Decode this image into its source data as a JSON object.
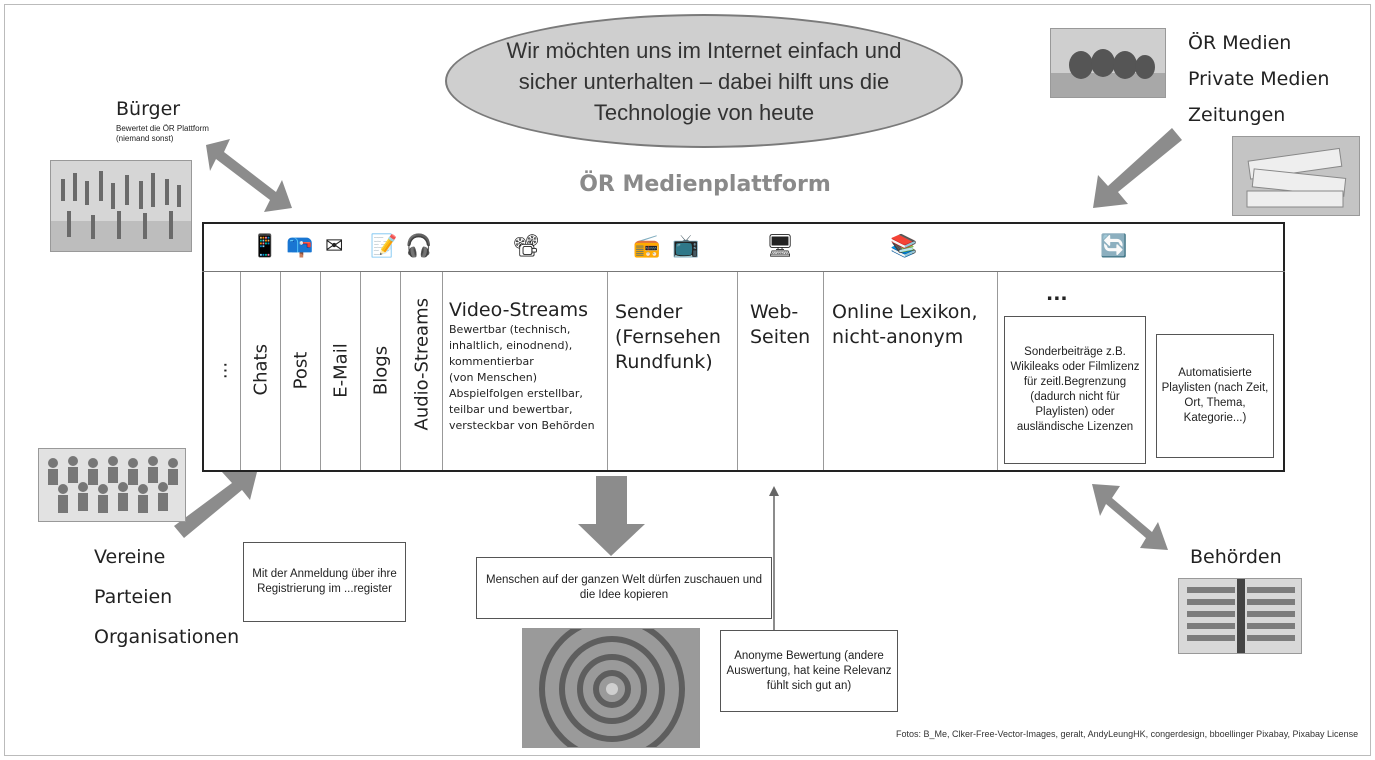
{
  "headline": "Wir möchten uns im Internet einfach und sicher unterhalten – dabei hilft uns die Technologie von heute",
  "platform_title": "ÖR Medienplattform",
  "buerger": {
    "label": "Bürger",
    "sub1": "Bewertet die ÖR Plattform",
    "sub2": "(niemand sonst)"
  },
  "media": [
    "ÖR Medien",
    "Private Medien",
    "Zeitungen"
  ],
  "organisations": [
    "Vereine",
    "Parteien",
    "Organisationen"
  ],
  "behoerden": "Behörden",
  "columns": {
    "ellipsis": "...",
    "chats": "Chats",
    "post": "Post",
    "email": "E-Mail",
    "blogs": "Blogs",
    "audio": "Audio-Streams",
    "video_title": "Video-Streams",
    "video_lines": [
      "Bewertbar (technisch,",
      "inhaltlich, einodnend),",
      "kommentierbar",
      "(von Menschen)",
      "Abspielfolgen erstellbar,",
      "teilbar und bewertbar,",
      "versteckbar von Behörden"
    ],
    "sender_lines": [
      "Sender",
      "(Fernsehen",
      "Rundfunk)"
    ],
    "web_lines": [
      "Web-",
      "Seiten"
    ],
    "lexikon_lines": [
      "Online Lexikon,",
      "nicht-anonym"
    ],
    "more": "..."
  },
  "notes": {
    "sonder": "Sonderbeiträge z.B. Wikileaks oder Filmlizenz für zeitl.Begrenzung (dadurch nicht für Playlisten) oder ausländische Lizenzen",
    "playlisten": "Automatisierte Playlisten (nach Zeit, Ort, Thema, Kategorie...)",
    "anmeldung": "Mit der Anmeldung über ihre Registrierung im ...register",
    "welt": "Menschen auf der ganzen Welt dürfen zuschauen und die Idee kopieren",
    "anonym": "Anonyme Bewertung (andere Auswertung, hat keine Relevanz fühlt sich gut an)"
  },
  "credits": "Fotos: B_Me, Clker-Free-Vector-Images, geralt, AndyLeungHK, congerdesign, bboellinger Pixabay, Pixabay License",
  "icons": [
    "phone-icon",
    "mailbox-icon",
    "envelope-icon",
    "notepad-icon",
    "headphones-icon",
    "film-projector-icon",
    "radio-icon",
    "tv-icon",
    "monitor-icon",
    "book-icon",
    "refresh-icon"
  ],
  "colors": {
    "arrow": "#8c8c8c",
    "ellipse": "#cfcfcf",
    "title": "#8a8a8a"
  }
}
